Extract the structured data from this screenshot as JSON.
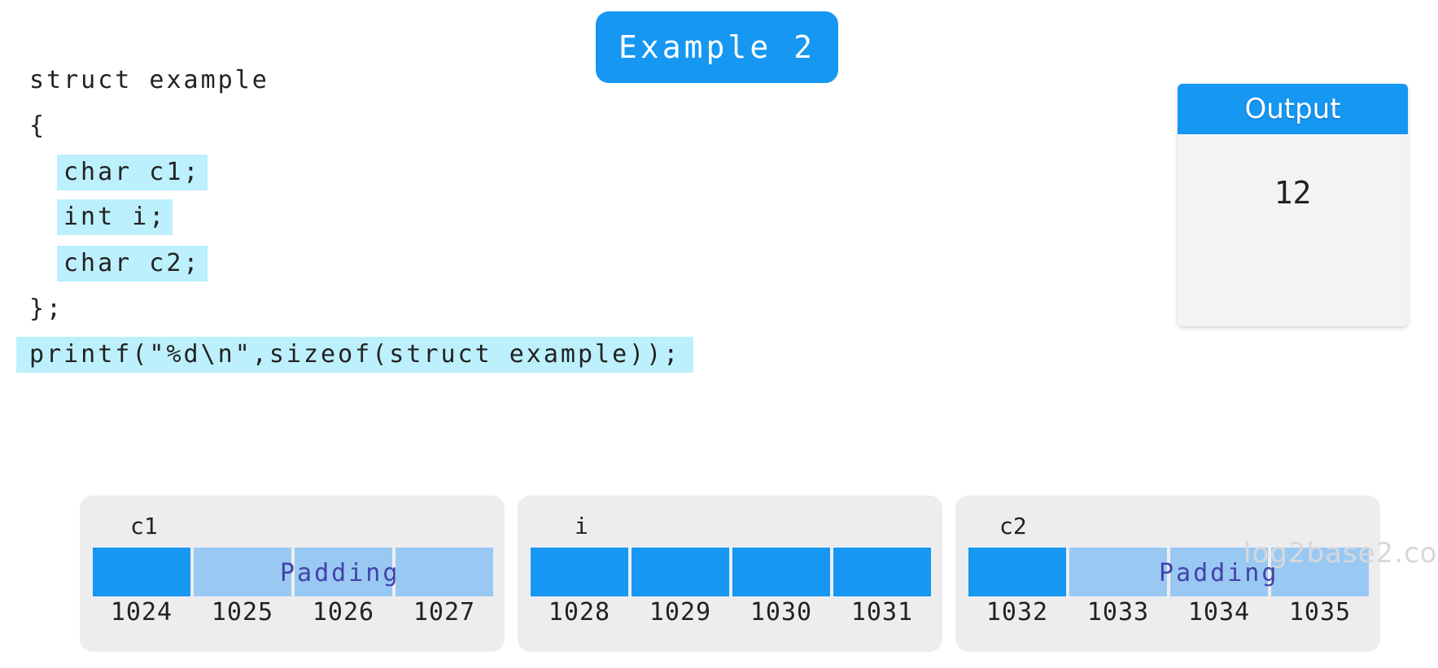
{
  "title": "Example 2",
  "code": {
    "line1": "struct example",
    "line2": "{",
    "line3": "char c1;",
    "line4": "int i;",
    "line5": "char c2;",
    "line6": "};",
    "line7": "printf(\"%d\\n\",sizeof(struct example));"
  },
  "output": {
    "header": "Output",
    "value": "12"
  },
  "memory": {
    "groups": [
      {
        "label": "c1",
        "padding_label": "Padding",
        "addresses": [
          "1024",
          "1025",
          "1026",
          "1027"
        ]
      },
      {
        "label": "i",
        "addresses": [
          "1028",
          "1029",
          "1030",
          "1031"
        ]
      },
      {
        "label": "c2",
        "padding_label": "Padding",
        "addresses": [
          "1032",
          "1033",
          "1034",
          "1035"
        ]
      }
    ]
  },
  "watermark": "log2base2.co",
  "colors": {
    "accent": "#1597f2",
    "highlight": "#bdf0fd",
    "padding_cell": "#99c9f3",
    "padding_text": "#4242a8"
  }
}
